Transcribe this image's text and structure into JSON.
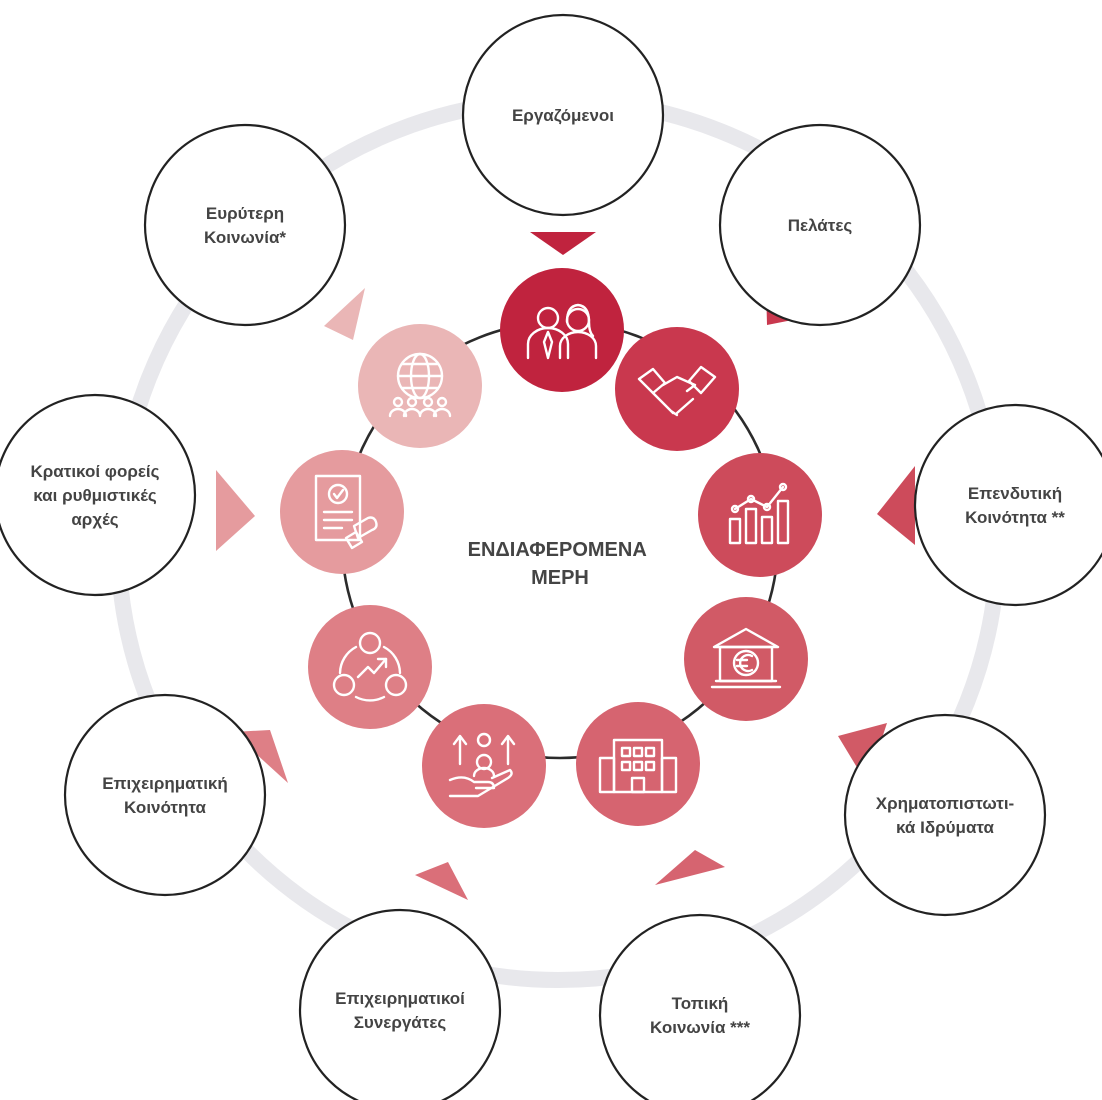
{
  "center": {
    "line1": "ΕΝΔΙΑΦΕΡΟΜΕΝΑ",
    "line2": "ΜΕΡΗ"
  },
  "colors": {
    "ring": "#e8e8ec",
    "outline": "#222222",
    "text": "#444444",
    "connector": "#2b2b2b"
  },
  "stakeholders": [
    {
      "id": "employees",
      "lines": [
        "Εργαζόμενοι"
      ],
      "icon": "people-icon",
      "color": "#c0233e"
    },
    {
      "id": "customers",
      "lines": [
        "Πελάτες"
      ],
      "icon": "handshake-icon",
      "color": "#c9384e"
    },
    {
      "id": "investors",
      "lines": [
        "Επενδυτική",
        "Κοινότητα **"
      ],
      "icon": "growth-chart-icon",
      "color": "#cd4b5b"
    },
    {
      "id": "financial",
      "lines": [
        "Χρηματοπιστωτι-",
        "κά Ιδρύματα"
      ],
      "icon": "euro-bank-icon",
      "color": "#d15a66"
    },
    {
      "id": "local",
      "lines": [
        "Τοπική",
        "Κοινωνία ***"
      ],
      "icon": "buildings-icon",
      "color": "#d66470"
    },
    {
      "id": "partners",
      "lines": [
        "Επιχειρηματικοί",
        "Συνεργάτες"
      ],
      "icon": "hand-people-growth-icon",
      "color": "#da6f79"
    },
    {
      "id": "business",
      "lines": [
        "Επιχειρηματική",
        "Κοινότητα"
      ],
      "icon": "network-growth-icon",
      "color": "#de7f86"
    },
    {
      "id": "government",
      "lines": [
        "Κρατικοί φορείς",
        "και ρυθμιστικές",
        "αρχές"
      ],
      "icon": "document-stamp-icon",
      "color": "#e59b9e"
    },
    {
      "id": "society",
      "lines": [
        "Ευρύτερη",
        "Κοινωνία*"
      ],
      "icon": "globe-community-icon",
      "color": "#eab6b6"
    }
  ]
}
